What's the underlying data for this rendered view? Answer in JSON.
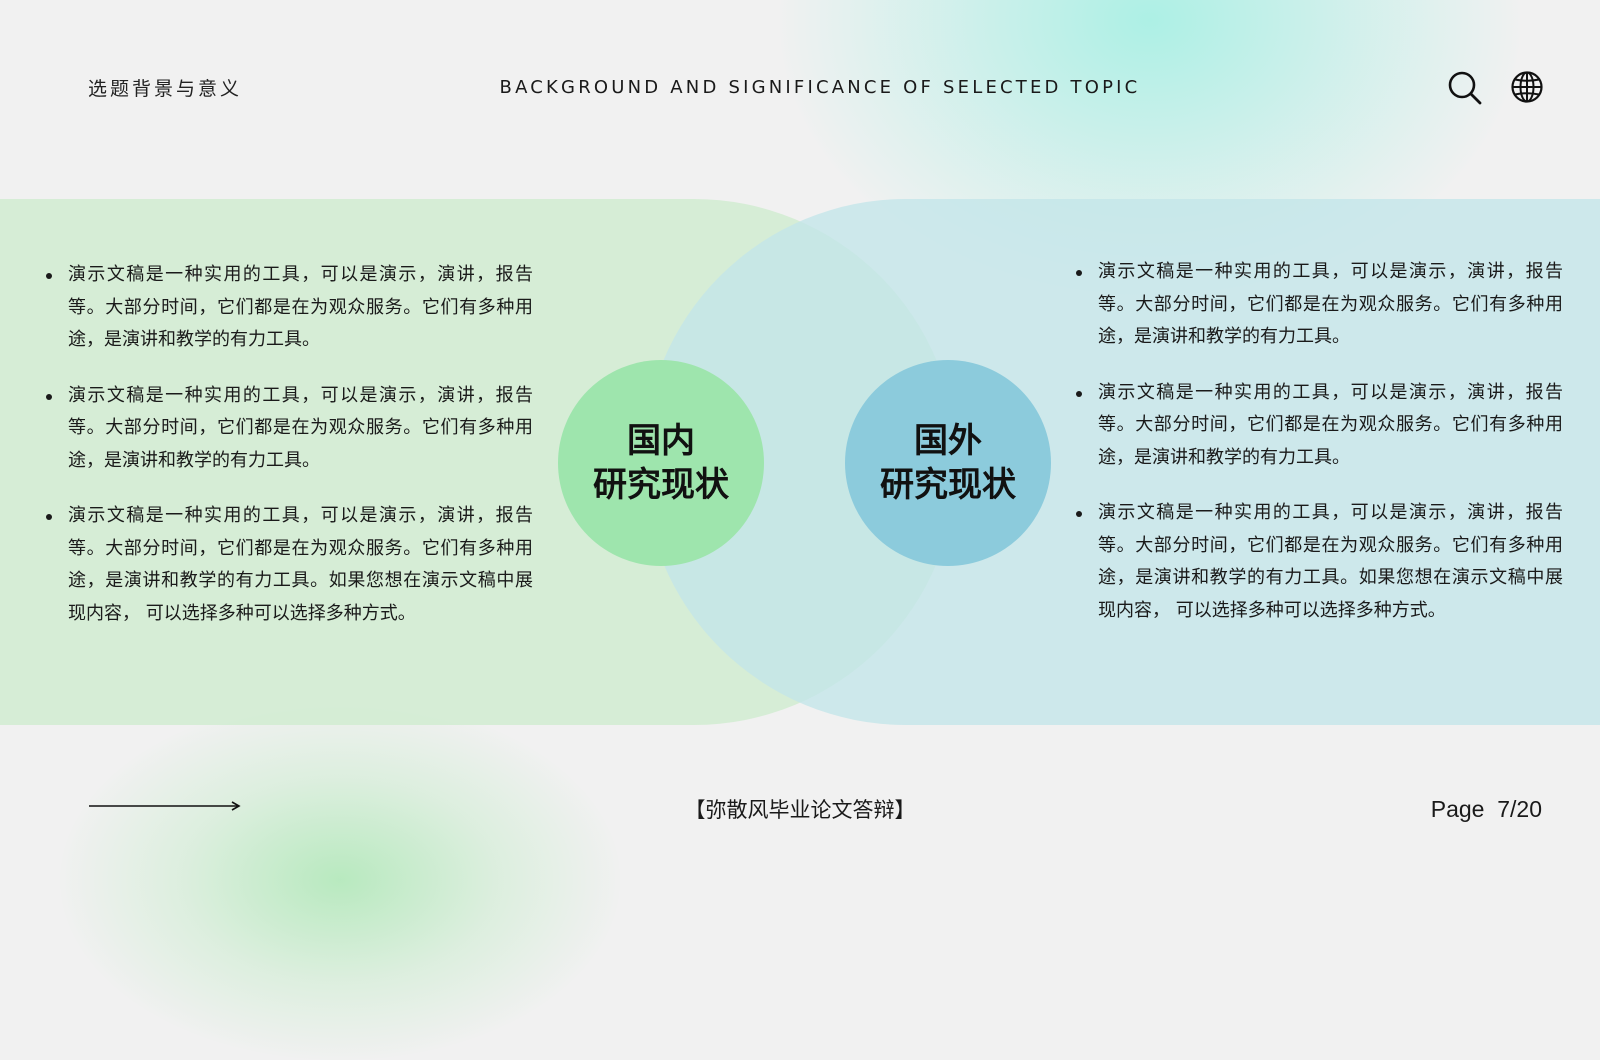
{
  "header": {
    "title_cn": "选题背景与意义",
    "title_en": "BACKGROUND AND SIGNIFICANCE OF SELECTED TOPIC",
    "icons": [
      "search-icon",
      "globe-icon"
    ]
  },
  "left_section": {
    "circle_line1": "国内",
    "circle_line2": "研究现状",
    "bullets": [
      "演示文稿是一种实用的工具，可以是演示，演讲，报告等。大部分时间，它们都是在为观众服务。它们有多种用途，是演讲和教学的有力工具。",
      "演示文稿是一种实用的工具，可以是演示，演讲，报告等。大部分时间，它们都是在为观众服务。它们有多种用途，是演讲和教学的有力工具。",
      "演示文稿是一种实用的工具，可以是演示，演讲，报告等。大部分时间，它们都是在为观众服务。它们有多种用途，是演讲和教学的有力工具。如果您想在演示文稿中展现内容， 可以选择多种可以选择多种方式。"
    ]
  },
  "right_section": {
    "circle_line1": "国外",
    "circle_line2": "研究现状",
    "bullets": [
      "演示文稿是一种实用的工具，可以是演示，演讲，报告等。大部分时间，它们都是在为观众服务。它们有多种用途，是演讲和教学的有力工具。",
      "演示文稿是一种实用的工具，可以是演示，演讲，报告等。大部分时间，它们都是在为观众服务。它们有多种用途，是演讲和教学的有力工具。",
      "演示文稿是一种实用的工具，可以是演示，演讲，报告等。大部分时间，它们都是在为观众服务。它们有多种用途，是演讲和教学的有力工具。如果您想在演示文稿中展现内容， 可以选择多种可以选择多种方式。"
    ]
  },
  "footer": {
    "title": "【弥散风毕业论文答辩】",
    "page_label": "Page  7/20"
  },
  "colors": {
    "background": "#f1f1f1",
    "left_band": "#cfeccf",
    "right_band": "#c6e6ea",
    "left_circle": "#9ee5ad",
    "right_circle": "#8ccbdc"
  }
}
